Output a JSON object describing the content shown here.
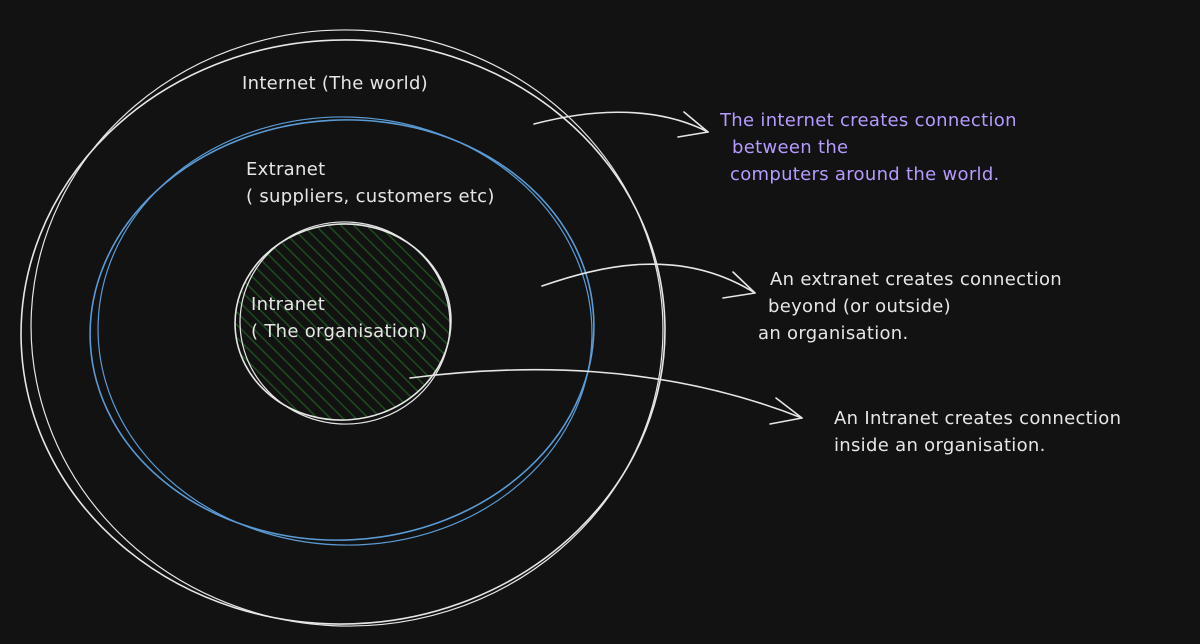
{
  "colors": {
    "background": "#121212",
    "outline": "#e6e6e6",
    "extranet_ring": "#5b9bd5",
    "intranet_fill": "#1e4d1e",
    "accent_text": "#b69bff"
  },
  "rings": {
    "internet": {
      "label": "Internet (The world)"
    },
    "extranet": {
      "label_lines": [
        "Extranet",
        "( suppliers, customers etc)"
      ]
    },
    "intranet": {
      "label_lines": [
        "Intranet",
        "( The organisation)"
      ]
    }
  },
  "notes": {
    "internet": {
      "lines": [
        "The internet creates connection",
        "between the",
        "computers around the world."
      ]
    },
    "extranet": {
      "lines": [
        "An extranet creates connection",
        "beyond (or outside)",
        "an organisation."
      ]
    },
    "intranet": {
      "lines": [
        "An Intranet creates connection",
        "inside an organisation."
      ]
    }
  }
}
